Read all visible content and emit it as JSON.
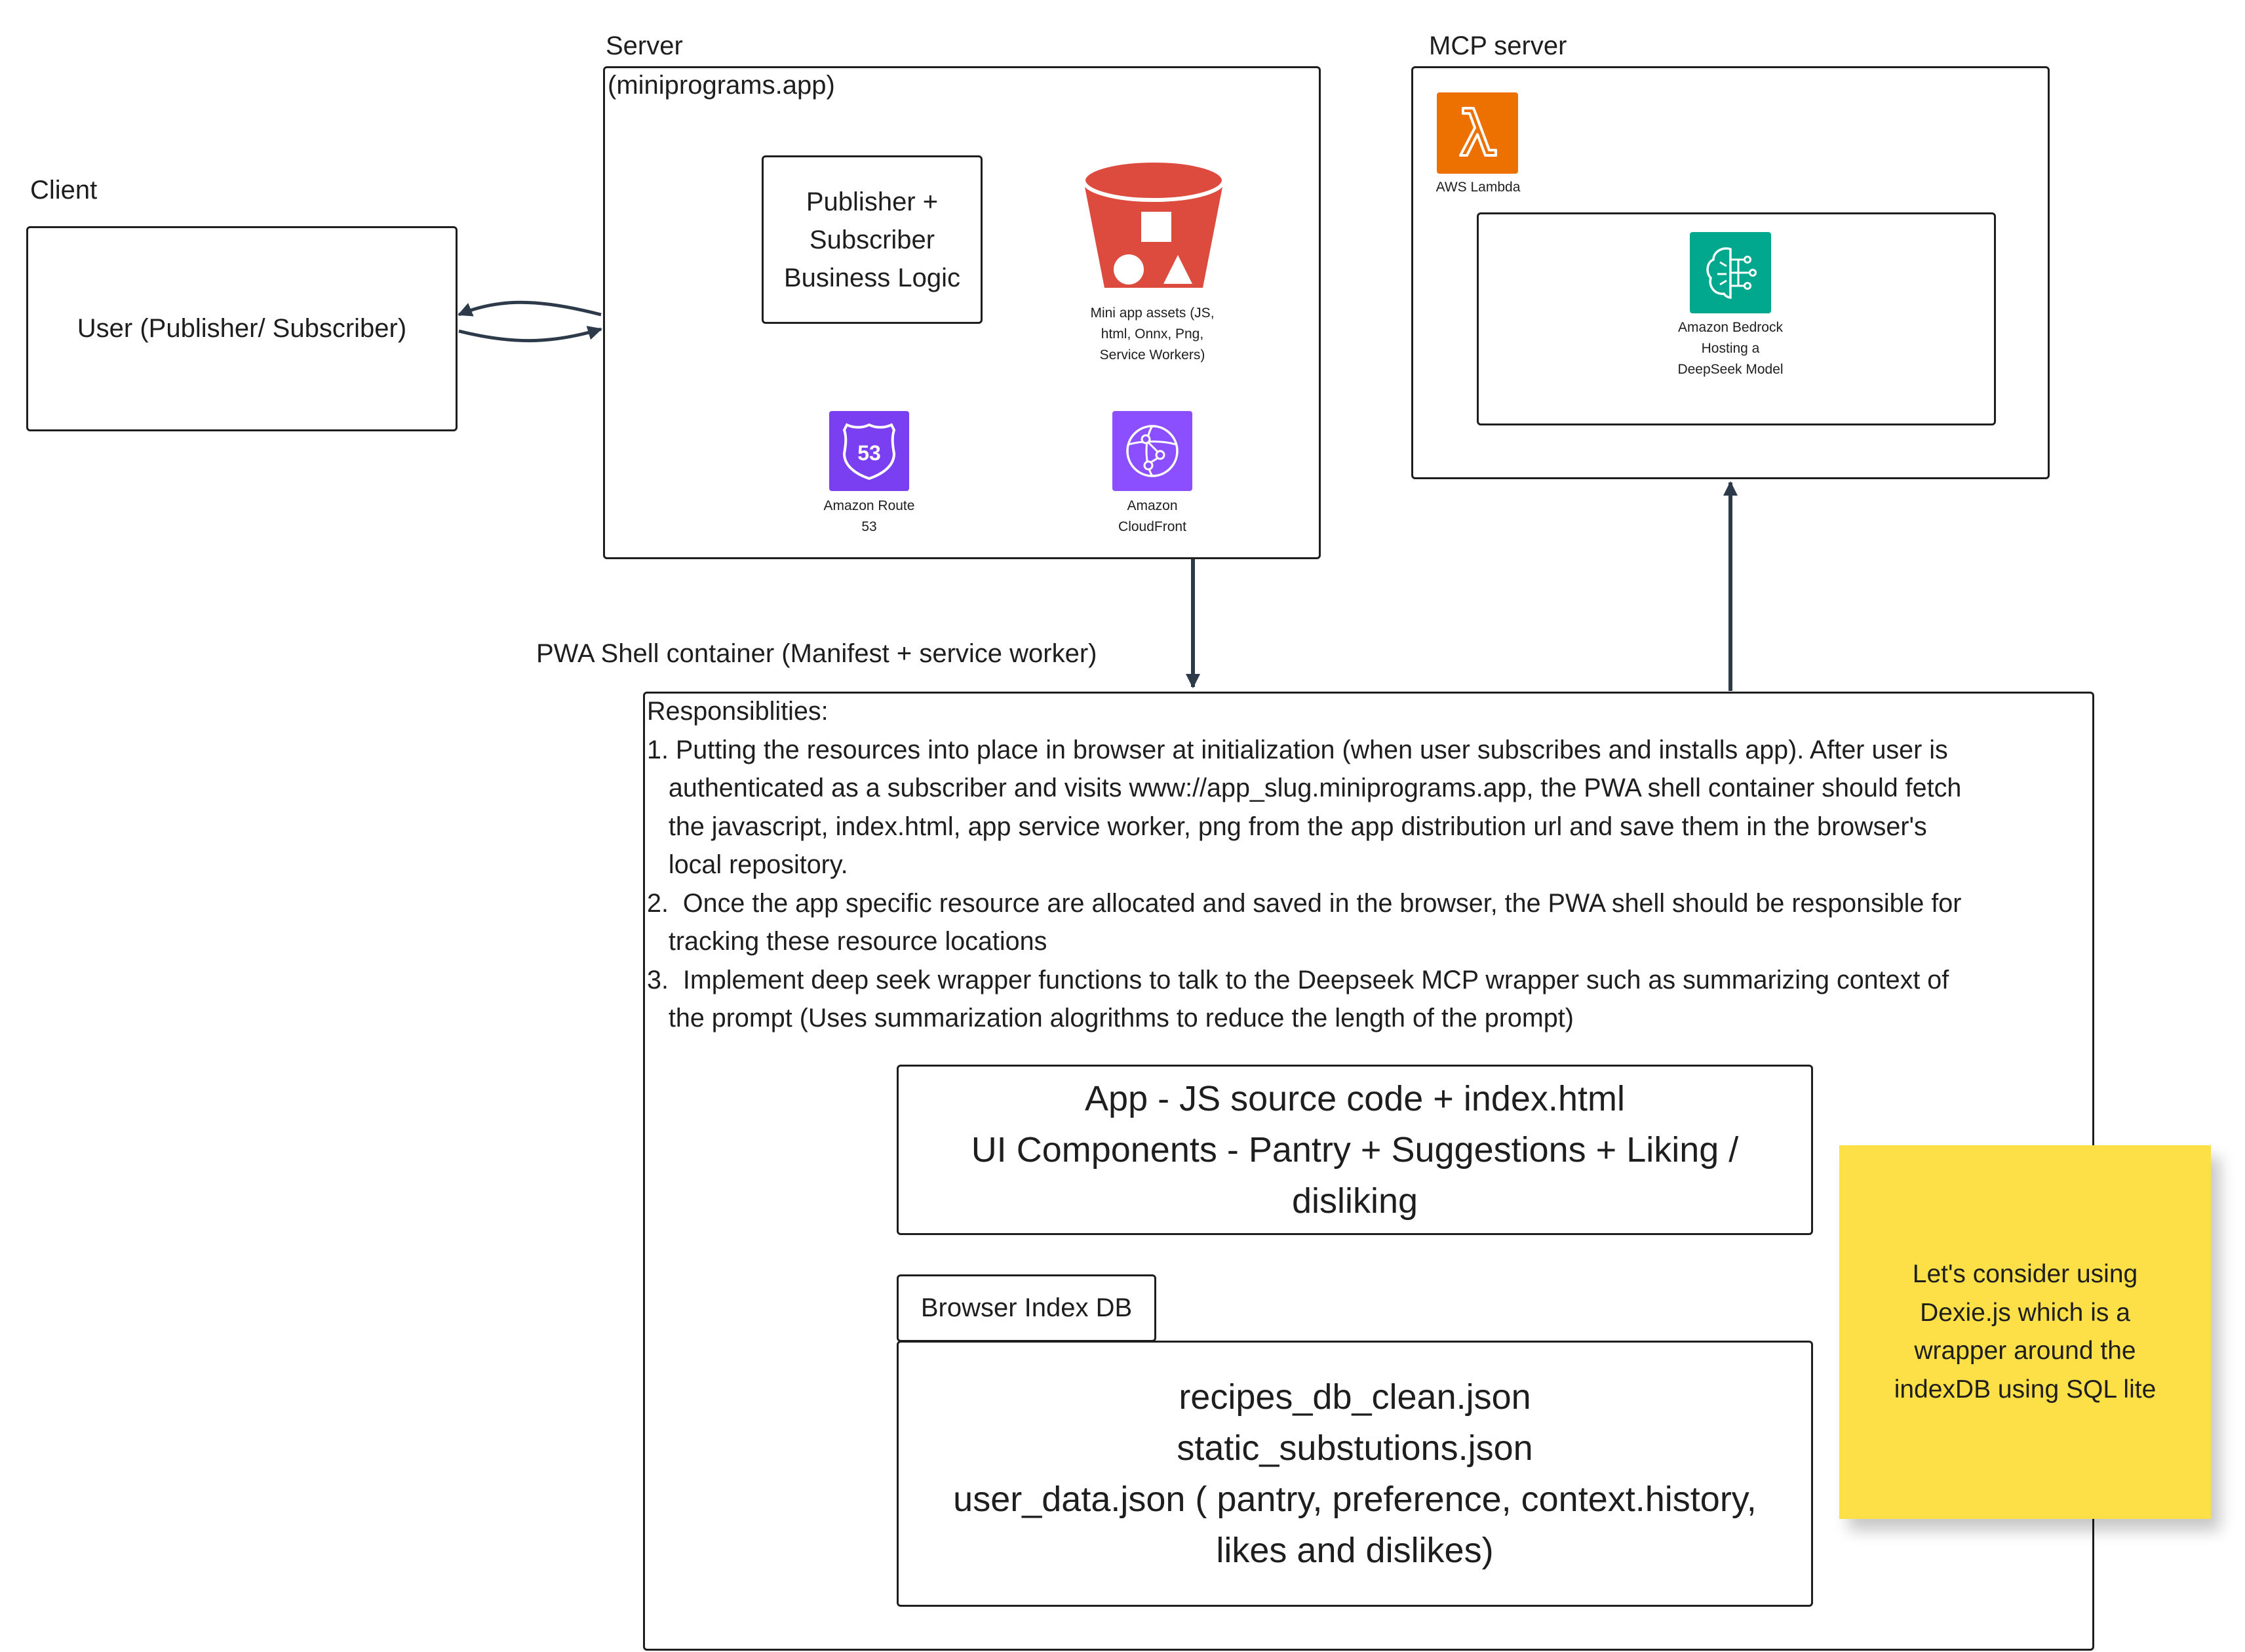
{
  "client": {
    "heading": "Client",
    "user_label": "User (Publisher/ Subscriber)"
  },
  "server": {
    "heading": "Server",
    "subheading": "(miniprograms.app)",
    "logic_box": [
      "Publisher +",
      "Subscriber",
      "Business Logic"
    ],
    "s3_caption": [
      "Mini app assets (JS,",
      "html, Onnx, Png,",
      "Service Workers)"
    ],
    "route53_caption": [
      "Amazon Route",
      "53"
    ],
    "route53_badge": "53",
    "cloudfront_caption": [
      "Amazon",
      "CloudFront"
    ]
  },
  "mcp": {
    "heading": "MCP server",
    "lambda_caption": "AWS Lambda",
    "bedrock_caption": [
      "Amazon Bedrock",
      "Hosting a",
      "DeepSeek Model"
    ]
  },
  "pwa": {
    "heading": "PWA Shell container (Manifest + service worker)",
    "responsibilities_title": "Responsiblities:",
    "responsibility_lines": [
      "1. Putting the resources into place in browser at initialization (when user subscribes and installs app). After user is",
      "   authenticated as a subscriber and visits www://app_slug.miniprograms.app, the PWA shell container should fetch",
      "   the javascript, index.html, app service worker, png from the app distribution url and save them in the browser's",
      "   local repository.",
      "2.  Once the app specific resource are allocated and saved in the browser, the PWA shell should be responsible for",
      "   tracking these resource locations",
      "3.  Implement deep seek wrapper functions to talk to the Deepseek MCP wrapper such as summarizing context of",
      "   the prompt (Uses summarization alogrithms to reduce the length of the prompt)"
    ],
    "app_box": [
      "App - JS source code + index.html",
      "UI Components - Pantry + Suggestions + Liking /",
      "disliking"
    ],
    "indexdb_tab": "Browser Index DB",
    "indexdb_box": [
      "recipes_db_clean.json",
      "static_substutions.json",
      "user_data.json ( pantry, preference, context.history,",
      "likes and dislikes)"
    ]
  },
  "sticky_note": [
    "Let's consider using",
    "Dexie.js which is a",
    "wrapper around the",
    "indexDB using SQL lite"
  ],
  "colors": {
    "s3_red": "#dd4b3e",
    "aws_purple": "#8c4fff",
    "aws_orange": "#ed7100",
    "bedrock_teal": "#01a88d",
    "sticky_yellow": "#fde047",
    "arrow_dark": "#2d3a4a"
  },
  "icons": [
    "s3-bucket-icon",
    "route53-icon",
    "cloudfront-icon",
    "lambda-icon",
    "bedrock-icon"
  ]
}
